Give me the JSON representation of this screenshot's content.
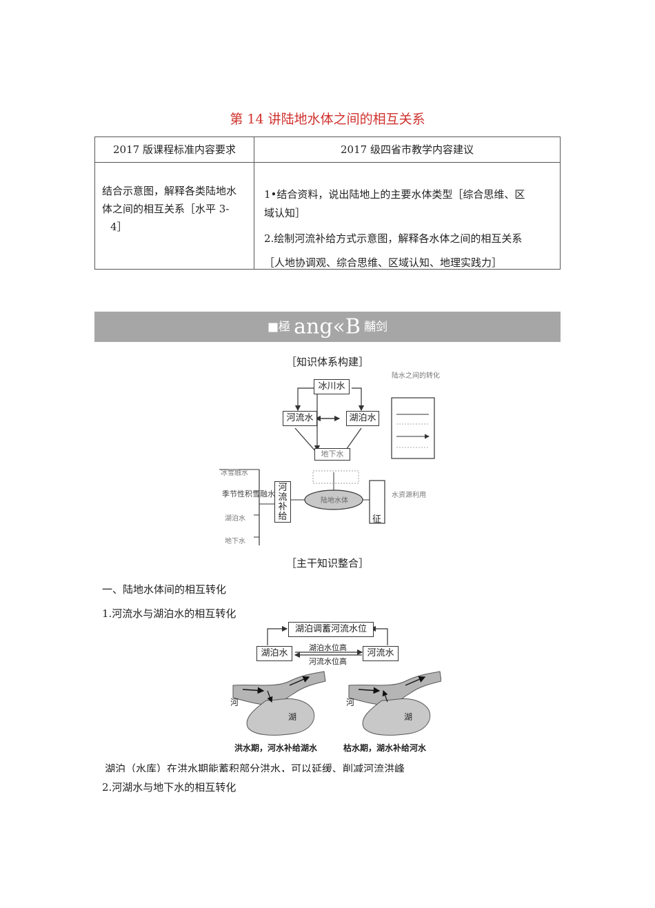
{
  "title": "第 14 讲陆地水体之间的相互关系",
  "table": {
    "header_left": "2017 版课程标准内容要求",
    "header_right": "2017 级四省市教学内容建议",
    "left_lines": [
      "结合示意图，解释各类陆地水",
      "体之间的相互关系［水平 3-",
      "4］"
    ],
    "right_lines": [
      "1•结合资料，说出陆地上的主要水体类型［综合思维、区",
      "域认知］",
      "2.绘制河流补给方式示意图，解释各水体之间的相互关系",
      "［人地协调观、综合思维、区域认知、地理实践力］"
    ]
  },
  "banner": {
    "mark": "■極",
    "big": "ang«B",
    "small": "黼剑"
  },
  "section1_caption": "［知识体系构建］",
  "diagram": {
    "glacier": "冰川水",
    "river": "河流水",
    "lake": "湖泊水",
    "bottom": "地下水",
    "right_label_top": "陆水之间的转化",
    "right_label_mid": "水资源利用",
    "supply": "河流补给",
    "left_items": [
      "冰雪融水",
      "季节性积雪融水",
      "湖泊水",
      "地下水"
    ],
    "oval": "陆地水体",
    "zheng": "征"
  },
  "section2_caption": "［主干知识整合］",
  "heading1": "一、陆地水体间的相互转化",
  "heading2": "1.河流水与湖泊水的相互转化",
  "flow": {
    "top_box": "湖泊调蓄河流水位",
    "left_box": "湖泊水",
    "right_box": "河流水",
    "upper_label": "湖泊水位高",
    "lower_label": "河流水位高"
  },
  "maps": {
    "left_caption": "洪水期，河水补给湖水",
    "right_caption": "枯水期，湖水补给河水",
    "river_label": "河",
    "lake_label": "湖"
  },
  "para": "湖泊（水库）在洪水期能蓄积部分洪水，可以延缓、削减河流洪峰",
  "heading3": "2.河湖水与地下水的相互转化"
}
